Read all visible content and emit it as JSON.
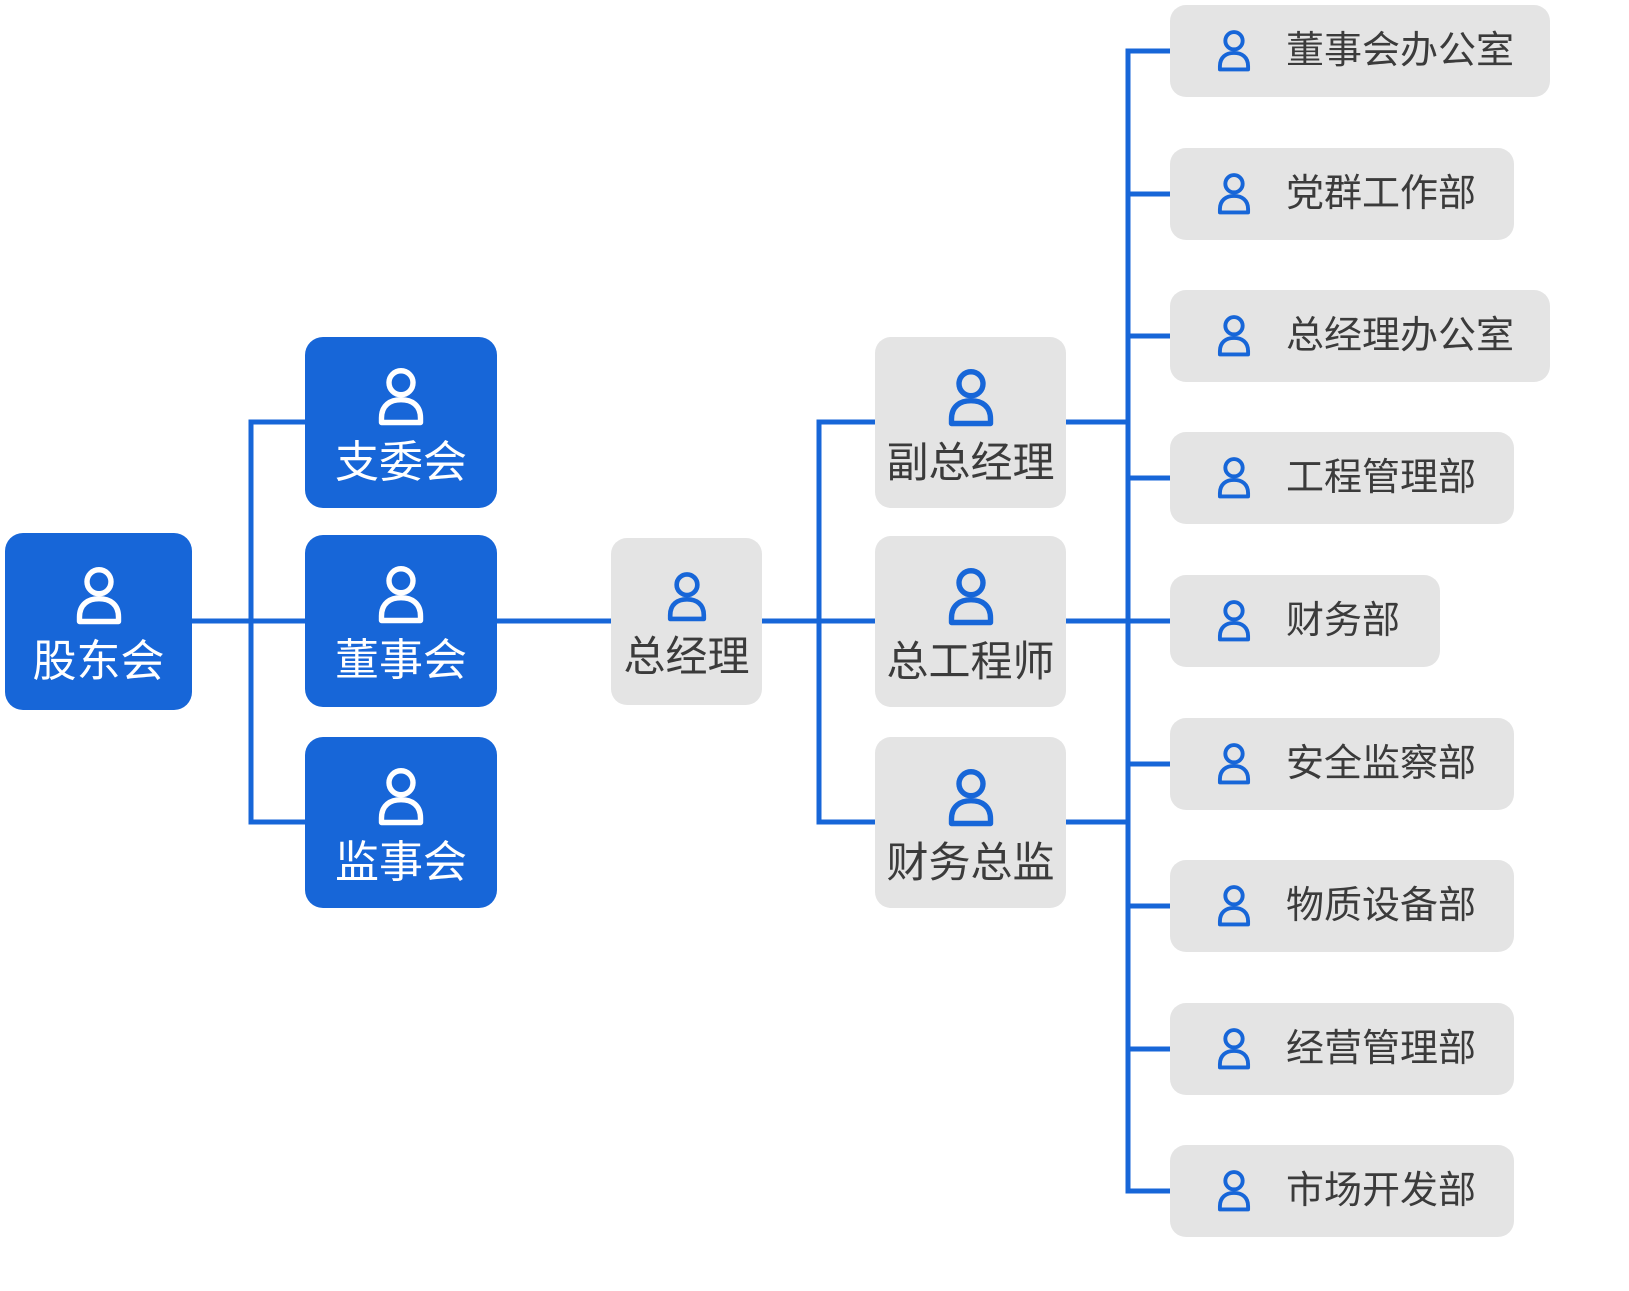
{
  "colors": {
    "accent_blue": "#1766d8",
    "node_gray": "#e4e4e4",
    "text_dark": "#3b3b3b",
    "text_light": "#ffffff",
    "background": "#ffffff"
  },
  "icons": {
    "node_icon": "person-icon"
  },
  "org": {
    "root": {
      "label": "股东会"
    },
    "governance": [
      {
        "label": "支委会"
      },
      {
        "label": "董事会"
      },
      {
        "label": "监事会"
      }
    ],
    "general_manager": {
      "label": "总经理"
    },
    "executives": [
      {
        "label": "副总经理"
      },
      {
        "label": "总工程师"
      },
      {
        "label": "财务总监"
      }
    ],
    "departments": [
      {
        "label": "董事会办公室"
      },
      {
        "label": "党群工作部"
      },
      {
        "label": "总经理办公室"
      },
      {
        "label": "工程管理部"
      },
      {
        "label": "财务部"
      },
      {
        "label": "安全监察部"
      },
      {
        "label": "物质设备部"
      },
      {
        "label": "经营管理部"
      },
      {
        "label": "市场开发部"
      }
    ]
  }
}
